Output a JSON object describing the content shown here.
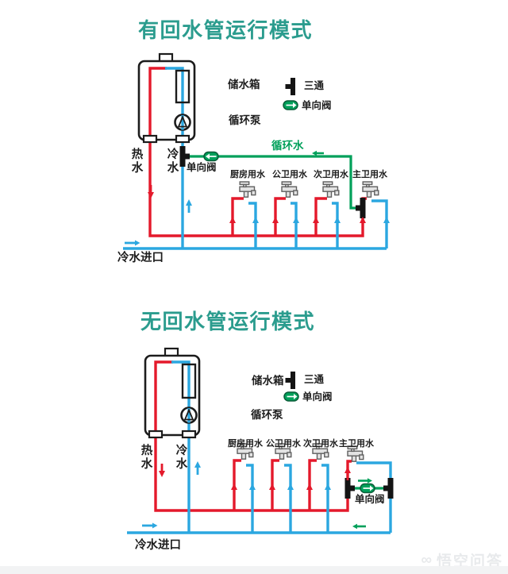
{
  "colors": {
    "hot": "#e4192b",
    "cold": "#2ba7e0",
    "return": "#00a05a",
    "title": "#2b9c8e"
  },
  "watermark": {
    "logo": "∞",
    "text": "悟空问答"
  },
  "diagram1": {
    "title": "有回水管运行模式",
    "legend": {
      "tee": "三通",
      "check_valve": "单向阀"
    },
    "heater": {
      "tank": "储水箱",
      "pump": "循环泵"
    },
    "pipes": {
      "hot": "热水",
      "cold": "冷水",
      "circulating": "循环水",
      "check_valve": "单向阀",
      "inlet": "冷水进口"
    },
    "taps": [
      "厨房用水",
      "公卫用水",
      "次卫用水",
      "主卫用水"
    ]
  },
  "diagram2": {
    "title": "无回水管运行模式",
    "legend": {
      "tee": "三通",
      "check_valve": "单向阀"
    },
    "heater": {
      "tank": "储水箱",
      "pump": "循环泵"
    },
    "pipes": {
      "hot": "热水",
      "cold": "冷水",
      "check_valve": "单向阀",
      "inlet": "冷水进口"
    },
    "taps": [
      "厨房用水",
      "公卫用水",
      "次卫用水",
      "主卫用水"
    ]
  }
}
